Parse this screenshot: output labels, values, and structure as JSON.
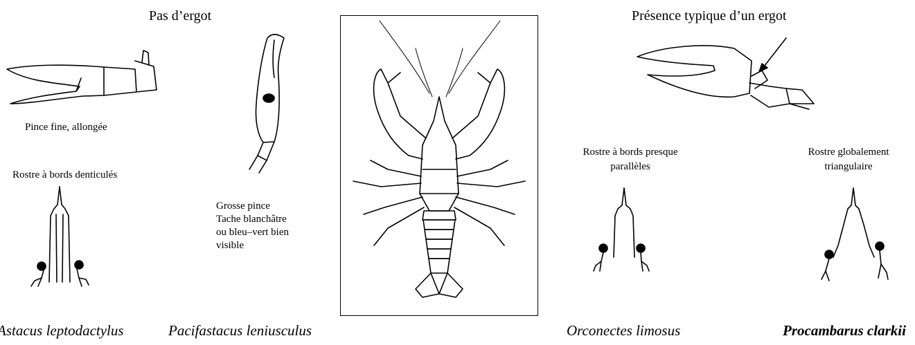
{
  "headers": {
    "left": "Pas d’ergot",
    "right": "Présence typique d’un ergot"
  },
  "labels": {
    "astacus_claw": "Pince fine, allongée",
    "astacus_rostrum": "Rostre à bords denticulés",
    "pacifastacus_lines": [
      "Grosse pince",
      "Tache blanchâtre",
      "ou bleu–vert bien",
      "visible"
    ],
    "orconectes_rostrum_lines": [
      "Rostre à bords presque",
      "parallèles"
    ],
    "procambarus_rostrum_lines": [
      "Rostre globalement",
      "triangulaire"
    ]
  },
  "species": {
    "astacus": "Astacus leptodactylus",
    "pacifastacus": "Pacifastacus leniusculus",
    "orconectes": "Orconectes limosus",
    "procambarus": "Procambarus clarkii"
  }
}
